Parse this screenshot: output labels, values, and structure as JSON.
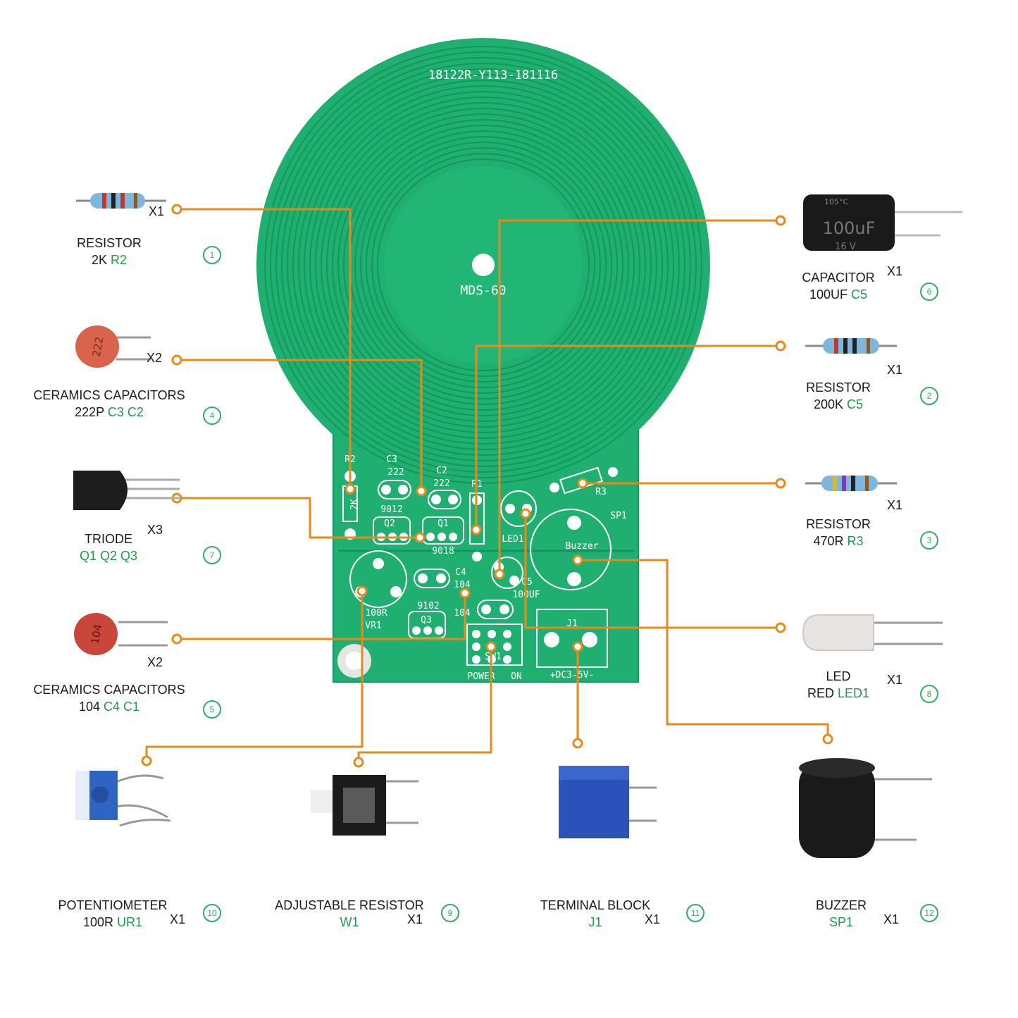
{
  "board": {
    "header_text": "18122R-Y113-181116",
    "model_text": "MDS-60",
    "silkscreen": {
      "r2": "R2",
      "r2_val": "2K",
      "c3": "C3",
      "c3_val": "222",
      "c2": "C2",
      "c2_val": "222",
      "r1": "R1",
      "r3": "R3",
      "q2_part": "9012",
      "q2": "Q2",
      "q1": "Q1",
      "q1_part": "9018",
      "led": "LED1",
      "sp": "SP1",
      "buzzer": "Buzzer",
      "c4": "C4",
      "c4_val": "104",
      "c5": "C5",
      "c5_val": "100UF",
      "vr_val": "100R",
      "vr": "VR1",
      "q3_part": "9102",
      "q3": "Q3",
      "c1_val": "104",
      "sw": "SW1",
      "power": "POWER",
      "on": "ON",
      "j1": "J1",
      "dc": "+DC3-5V-"
    }
  },
  "parts": [
    {
      "id": "resistor-2k",
      "title": "RESISTOR",
      "value": "2K",
      "ref": "R2",
      "qty": "X1",
      "num": "1"
    },
    {
      "id": "ceramic-222p",
      "title": "CERAMICS CAPACITORS",
      "value": "222P",
      "ref": "C3  C2",
      "qty": "X2",
      "num": "4"
    },
    {
      "id": "triode",
      "title": "TRIODE",
      "value": "",
      "ref": "Q1 Q2 Q3",
      "qty": "X3",
      "num": "7"
    },
    {
      "id": "ceramic-104",
      "title": "CERAMICS CAPACITORS",
      "value": "104",
      "ref": "C4  C1",
      "qty": "X2",
      "num": "5"
    },
    {
      "id": "capacitor-100uf",
      "title": "CAPACITOR",
      "value": "100UF",
      "ref": "C5",
      "qty": "X1",
      "num": "6"
    },
    {
      "id": "resistor-200k",
      "title": "RESISTOR",
      "value": "200K",
      "ref": "C5",
      "qty": "X1",
      "num": "2"
    },
    {
      "id": "resistor-470r",
      "title": "RESISTOR",
      "value": "470R",
      "ref": "R3",
      "qty": "X1",
      "num": "3"
    },
    {
      "id": "led-red",
      "title": "LED",
      "value": "RED",
      "ref": "LED1",
      "qty": "X1",
      "num": "8"
    },
    {
      "id": "potentiometer",
      "title": "POTENTIOMETER",
      "value": "100R",
      "ref": "UR1",
      "qty": "X1",
      "num": "10"
    },
    {
      "id": "adjustable-resistor",
      "title": "ADJUSTABLE RESISTOR",
      "value": "",
      "ref": "W1",
      "qty": "X1",
      "num": "9"
    },
    {
      "id": "terminal-block",
      "title": "TERMINAL BLOCK",
      "value": "",
      "ref": "J1",
      "qty": "X1",
      "num": "11"
    },
    {
      "id": "buzzer",
      "title": "BUZZER",
      "value": "",
      "ref": "SP1",
      "qty": "X1",
      "num": "12"
    }
  ],
  "component_marks": {
    "cap_rating": "100uF",
    "cap_voltage": "16 V",
    "cap_temp": "105°C",
    "ceramic_222": "222",
    "ceramic_104": "104"
  },
  "colors": {
    "pcb": "#1fb071",
    "pcb_dark": "#169a5c",
    "leader": "#e8891c",
    "label_green": "#1f9a4b"
  }
}
